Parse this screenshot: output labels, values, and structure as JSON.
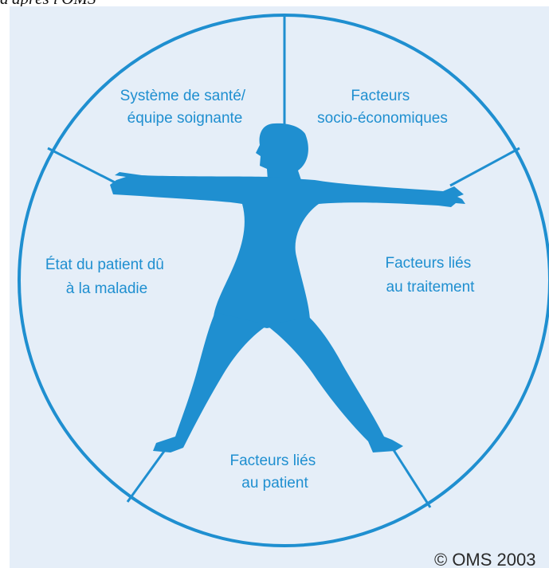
{
  "caption": "d'après l'OMS",
  "segments": [
    {
      "line1": "Système de santé/",
      "line2": "équipe soignante"
    },
    {
      "line1": "Facteurs",
      "line2": "socio-économiques"
    },
    {
      "line1": "Facteurs liés",
      "line2": "au traitement"
    },
    {
      "line1": "Facteurs liés",
      "line2": "au patient"
    },
    {
      "line1": "État du patient dû",
      "line2": "à la maladie"
    }
  ],
  "copyright": "© OMS 2003",
  "colors": {
    "accent": "#1f8fd0",
    "background": "#e5eef8",
    "figure": "#1f8fd0"
  }
}
